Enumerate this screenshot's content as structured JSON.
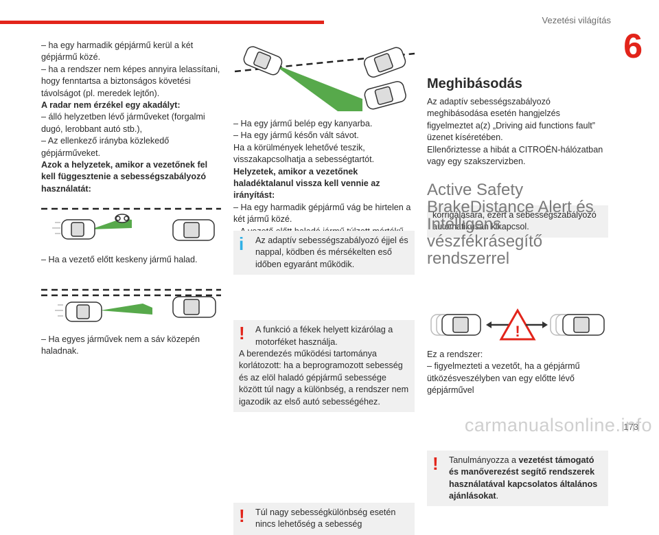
{
  "header": {
    "title": "Vezetési világítás",
    "chapter": "6",
    "page": "173"
  },
  "watermark": "carmanualsonline.info",
  "col1": {
    "p1": "– ha egy harmadik gépjármű kerül a két gépjármű közé.",
    "p2": "– ha a rendszer nem képes annyira lelassítani, hogy fenntartsa a biztonságos követési távolságot (pl. meredek lejtőn).",
    "h1": "A radar nem érzékel egy akadályt:",
    "p3": "– álló helyzetben lévő járműveket (forgalmi dugó, lerobbant autó stb.),",
    "p4": "– Az ellenkező irányba közlekedő gépjárműveket.",
    "h2": "Azok a helyzetek, amikor a vezetőnek fel kell függesztenie a sebességszabályozó használatát:",
    "cap1": "– Ha a vezető előtt keskeny jármű halad.",
    "cap2": "– Ha egyes járművek nem a sáv közepén haladnak."
  },
  "col2": {
    "p1": "– Ha egy jármű belép egy kanyarba.",
    "p2": "– Ha egy jármű későn vált sávot.",
    "p3": "Ha a körülmények lehetővé teszik, visszakapcsolhatja a sebességtartót.",
    "h1": "Helyzetek, amikor a vezetőnek haladéktalanul vissza kell vennie az irányítást:",
    "p4": "– Ha egy harmadik gépjármű vág be hirtelen a két jármű közé.",
    "p5": "– A vezető előtt haladó jármű túlzott mértékű lassítása esetén.",
    "info": "Az adaptív sebességszabályozó éjjel és nappal, ködben és mérsékelten eső időben egyaránt működik.",
    "warn1a": "A funkció a fékek helyett kizárólag a motorféket használja.",
    "warn1b": "A berendezés működési tartománya korlátozott: ha a beprogramozott sebesség és az elöl haladó gépjármű sebessége között túl nagy a különbség, a rendszer nem igazodik az első autó sebességéhez.",
    "warn2": "Túl nagy sebességkülönbség esetén nincs lehetőség a sebesség"
  },
  "col3": {
    "box": "korrigálására, ezért a sebességszabályozó automatikusan kikapcsol.",
    "h2": "Meghibásodás",
    "p1": "Az adaptív sebességszabályozó meghibásodása esetén hangjelzés figyelmeztet a(z) „Driving aid functions fault” üzenet kíséretében.",
    "p2": "Ellenőriztesse a hibát a CITROËN-hálózatban vagy egy szakszervizben.",
    "h1": "Active Safety BrakeDistance Alert és Intelligens vészfékrásegítő rendszerrel",
    "warn_pre": "Tanulmányozza a ",
    "warn_bold": "vezetést támogató és manőverezést segítő rendszerek használatával kapcsolatos általános ajánlásokat",
    "warn_post": ".",
    "p3": "Ez a rendszer:",
    "p4": "– figyelmezteti a vezetőt, ha a gépjármű ütközésveszélyben van egy előtte lévő gépjárművel"
  },
  "colors": {
    "accent": "#e2241a",
    "info": "#2fb0e6",
    "beam": "#3a9a2c",
    "box_bg": "#f0f0f0"
  }
}
